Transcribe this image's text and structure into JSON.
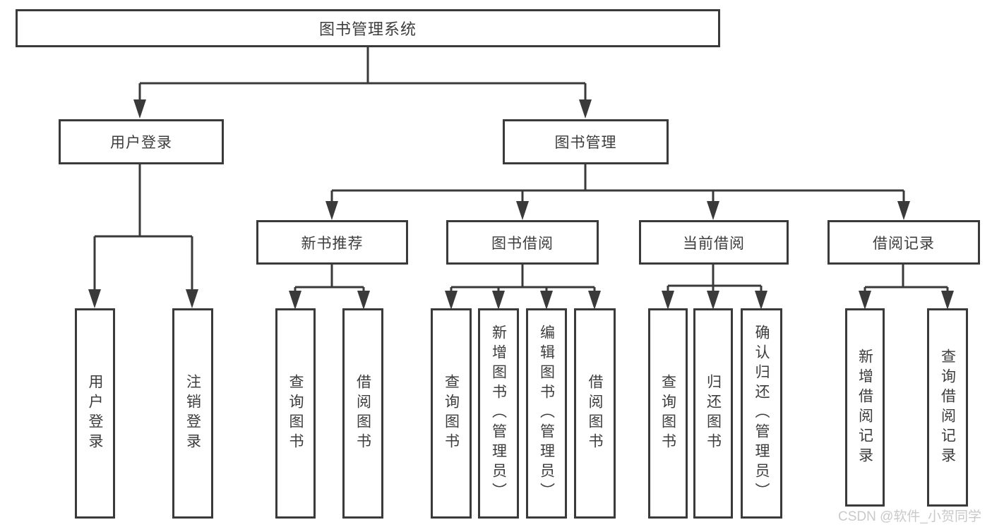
{
  "tree": {
    "label": "图书管理系统",
    "children": [
      {
        "label": "用户登录",
        "children": [
          {
            "label": "用户登录"
          },
          {
            "label": "注销登录"
          }
        ]
      },
      {
        "label": "图书管理",
        "children": [
          {
            "label": "新书推荐",
            "children": [
              {
                "label": "查询图书"
              },
              {
                "label": "借阅图书"
              }
            ]
          },
          {
            "label": "图书借阅",
            "children": [
              {
                "label": "查询图书"
              },
              {
                "label": "新增图书（管理员）"
              },
              {
                "label": "编辑图书（管理员）"
              },
              {
                "label": "借阅图书"
              }
            ]
          },
          {
            "label": "当前借阅",
            "children": [
              {
                "label": "查询图书"
              },
              {
                "label": "归还图书"
              },
              {
                "label": "确认归还（管理员）"
              }
            ]
          },
          {
            "label": "借阅记录",
            "children": [
              {
                "label": "新增借阅记录"
              },
              {
                "label": "查询借阅记录"
              }
            ]
          }
        ]
      }
    ]
  },
  "watermark": {
    "text": "CSDN @软件_小贺同学"
  },
  "colors": {
    "line": "#3a3a3a",
    "text": "#3d3d3d",
    "box_fill": "#ffffff",
    "watermark": "#c9c9c9",
    "bg": "#ffffff"
  }
}
